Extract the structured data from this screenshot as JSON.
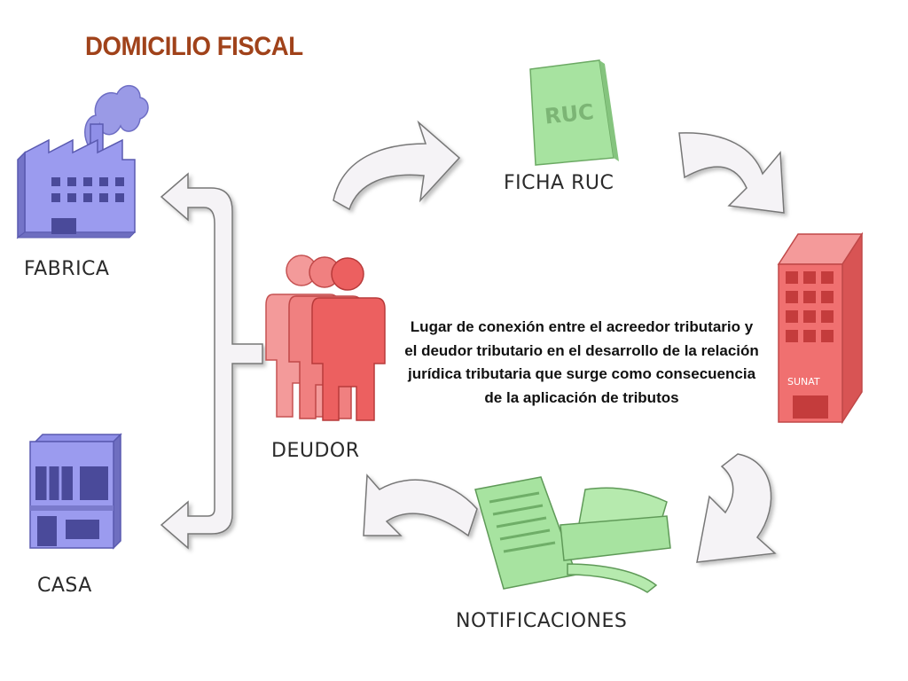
{
  "title": "DOMICILIO FISCAL",
  "labels": {
    "fabrica": "FABRICA",
    "casa": "CASA",
    "deudor": "DEUDOR",
    "ficha_ruc": "FICHA RUC",
    "ruc_doc": "RUC",
    "sunat": "SUNAT",
    "notificaciones": "NOTIFICACIONES"
  },
  "description": [
    "Lugar de conexión entre el acreedor tributario y",
    "el deudor tributario en el desarrollo de la relación",
    "jurídica tributaria que surge como consecuencia",
    "de la aplicación de tributos"
  ],
  "colors": {
    "title": "#a0421a",
    "factory": "#8f8fe8",
    "house": "#8f8fe8",
    "people": "#ef6f6f",
    "sunat": "#f07070",
    "documents": "#9fe09a",
    "arrows": "#f5f3f6"
  }
}
